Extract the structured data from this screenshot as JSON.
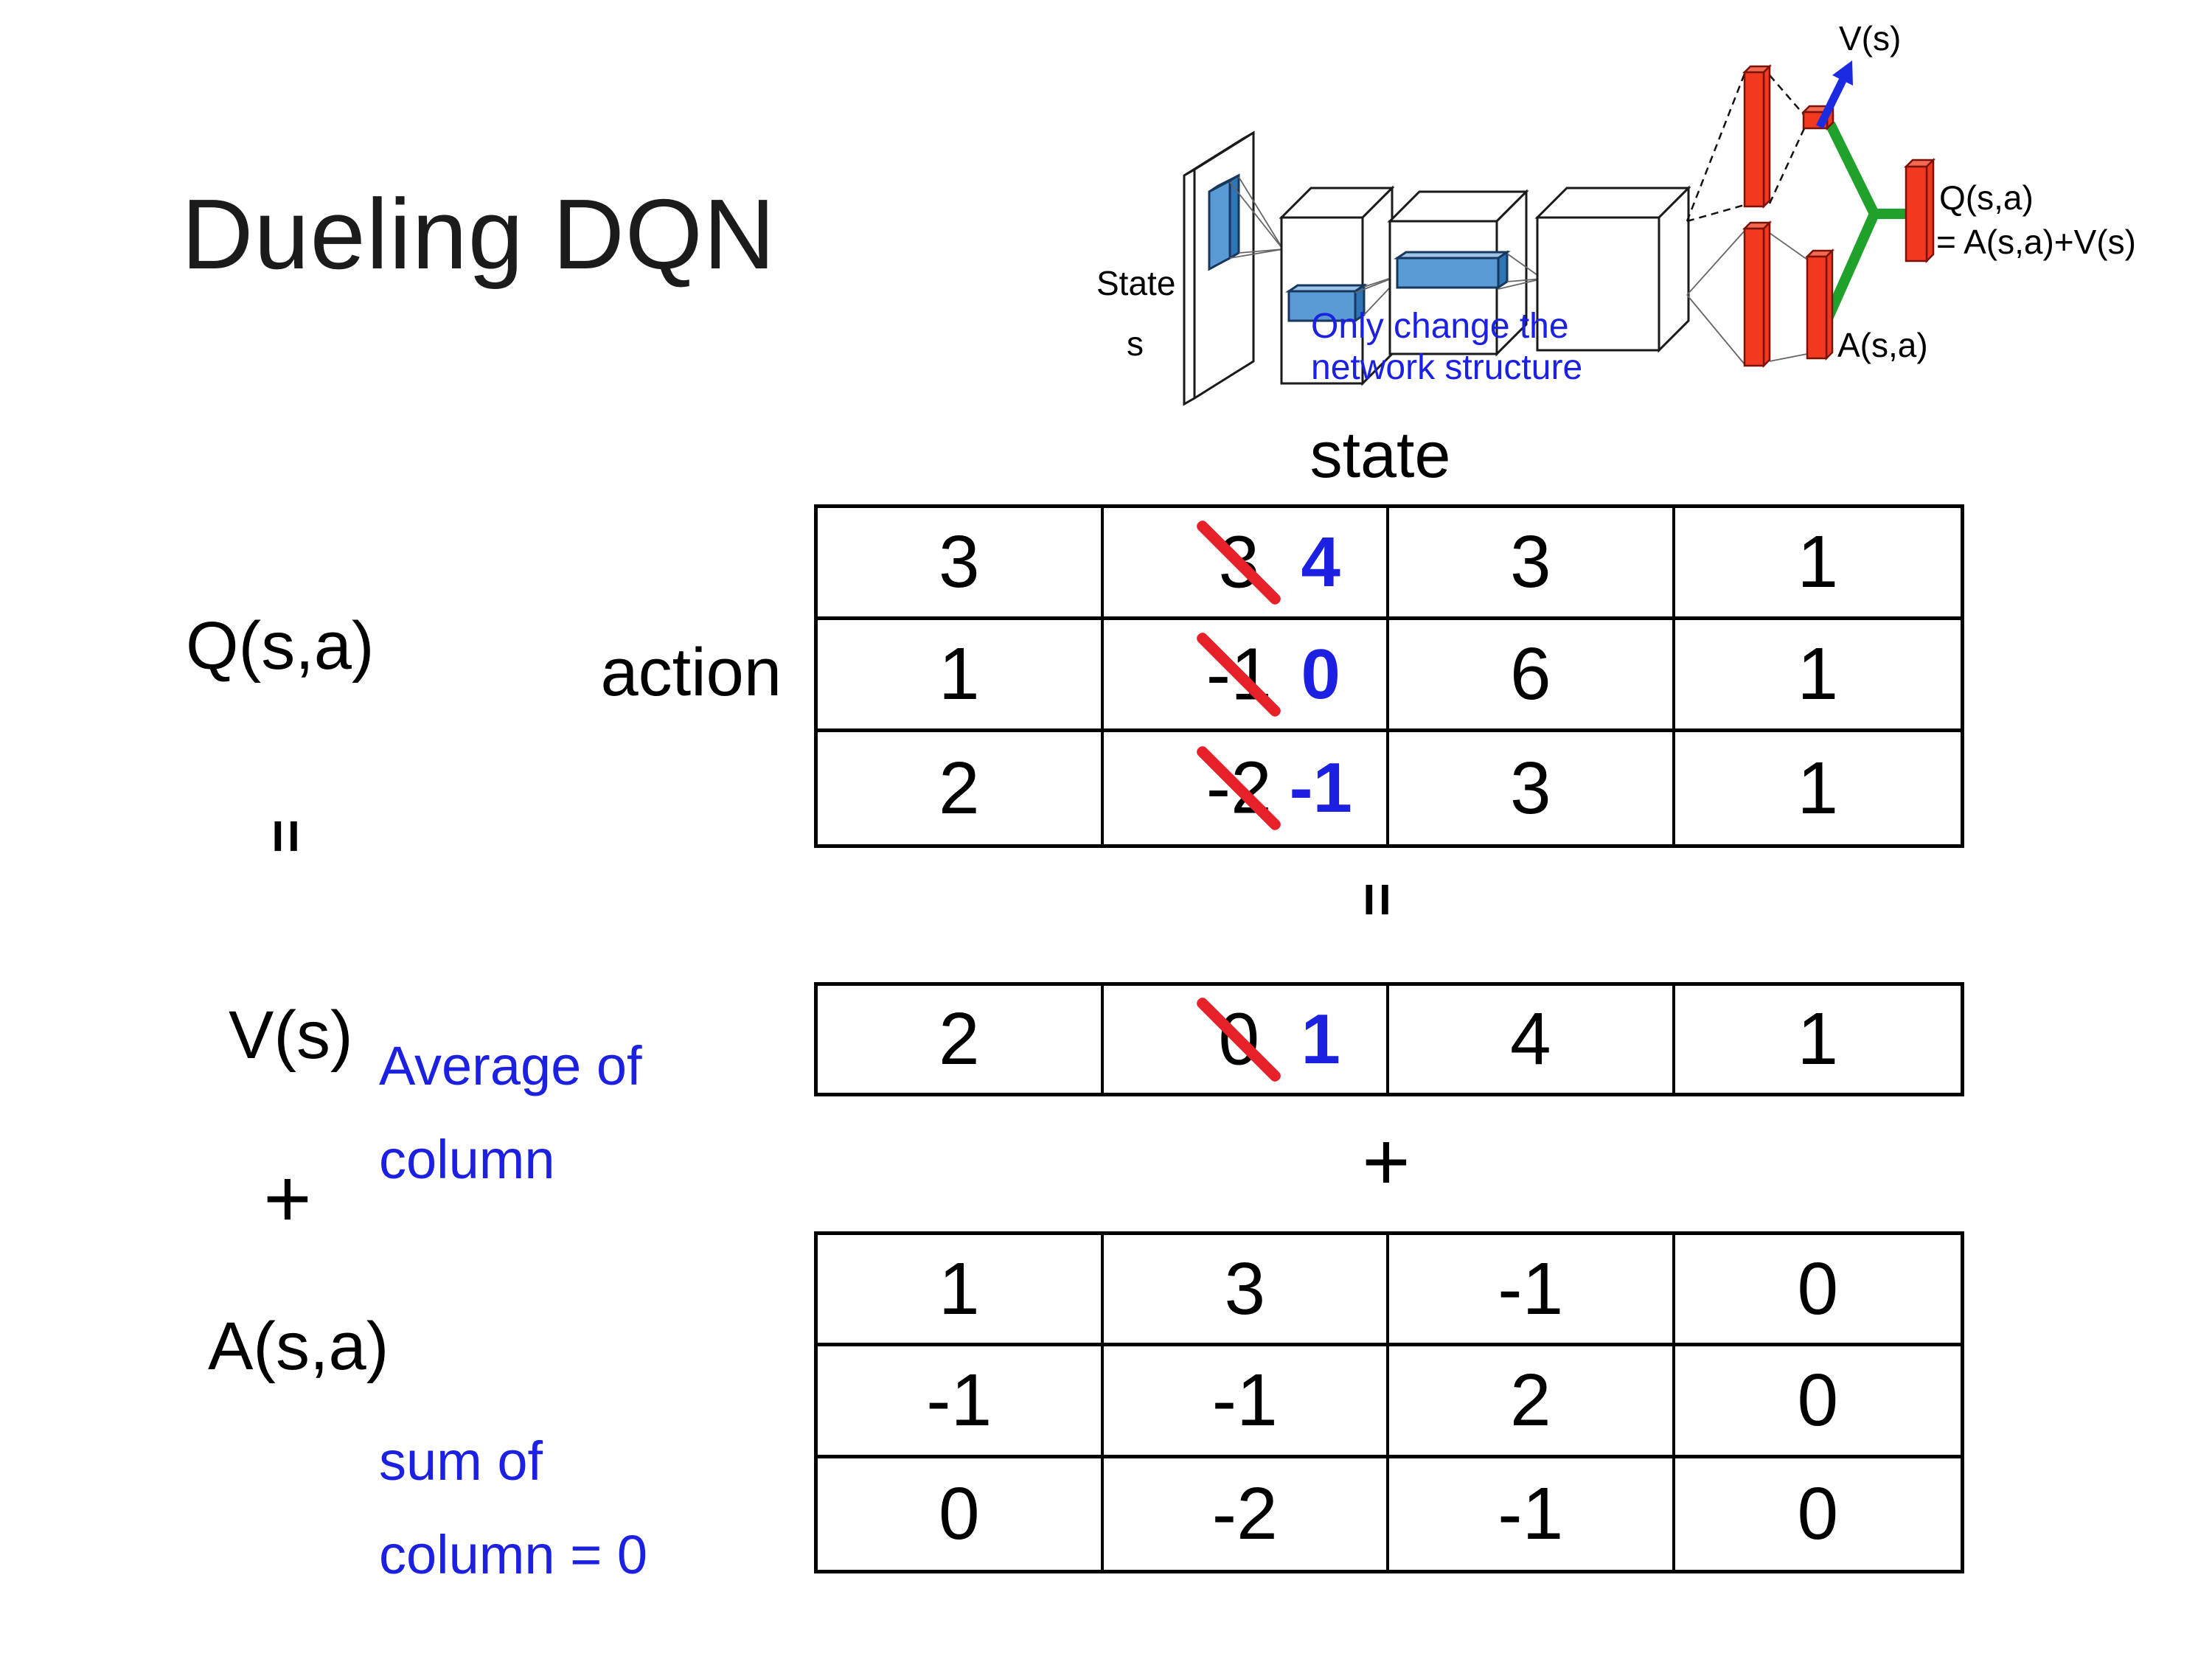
{
  "title": "Dueling DQN",
  "colors": {
    "blue": "#1c20e0",
    "red": "#e62129",
    "green": "#1fa12b",
    "bar_red": "#f23920"
  },
  "diagram": {
    "state_line1": "State",
    "state_line2": "s",
    "v_out_label": "V(s)",
    "q_out_label_line1": "Q(s,a)",
    "q_out_label_line2": "= A(s,a)+V(s)",
    "a_out_label": "A(s,a)",
    "note_line1": "Only change the",
    "note_line2": "network structure"
  },
  "equation": {
    "q_label": "Q(s,a)",
    "v_label": "V(s)",
    "a_label": "A(s,a)",
    "equals": "=",
    "plus": "+",
    "center_equals": "=",
    "center_plus": "+",
    "state_header": "state",
    "action_header": "action",
    "v_note_line1": "Average of",
    "v_note_line2": "column",
    "a_note_line1": "sum of",
    "a_note_line2": "column = 0"
  },
  "tables": {
    "q": {
      "rows": [
        [
          "3",
          {
            "old": "3",
            "new": "4"
          },
          "3",
          "1"
        ],
        [
          "1",
          {
            "old": "-1",
            "new": "0"
          },
          "6",
          "1"
        ],
        [
          "2",
          {
            "old": "-2",
            "new": "-1"
          },
          "3",
          "1"
        ]
      ]
    },
    "v": {
      "rows": [
        [
          "2",
          {
            "old": "0",
            "new": "1"
          },
          "4",
          "1"
        ]
      ]
    },
    "a": {
      "rows": [
        [
          "1",
          "3",
          "-1",
          "0"
        ],
        [
          "-1",
          "-1",
          "2",
          "0"
        ],
        [
          "0",
          "-2",
          "-1",
          "0"
        ]
      ]
    }
  }
}
